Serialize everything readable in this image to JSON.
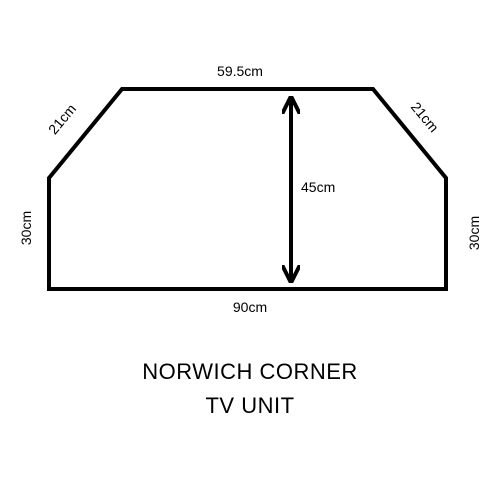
{
  "dimensions": {
    "top": "59.5cm",
    "upper_left": "21cm",
    "upper_right": "21cm",
    "left_side": "30cm",
    "right_side": "30cm",
    "depth": "45cm",
    "bottom": "90cm"
  },
  "title": {
    "line1": "NORWICH CORNER",
    "line2": "TV UNIT"
  },
  "colors": {
    "stroke": "#000000",
    "background": "#ffffff"
  }
}
